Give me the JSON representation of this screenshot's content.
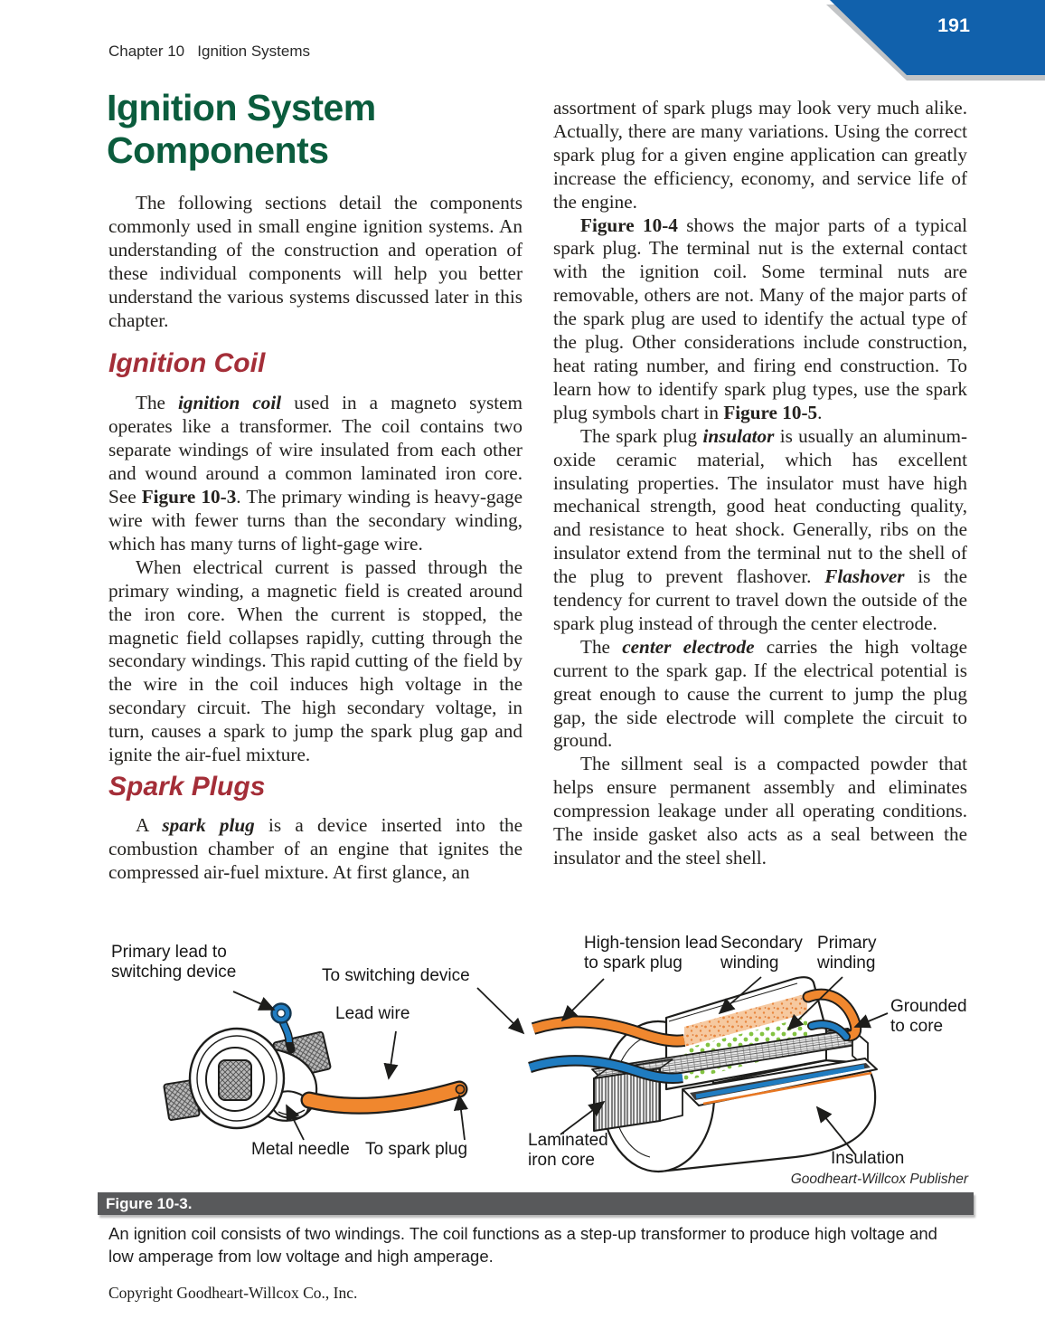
{
  "header": {
    "chapter": "Chapter 10   Ignition Systems",
    "page_number": "191"
  },
  "content": {
    "title": "Ignition System Components",
    "h_ignition_coil": "Ignition Coil",
    "h_spark_plugs": "Spark Plugs",
    "p1": [
      [
        "The following sections detail the components commonly used in small engine ignition systems. An understanding of the construction and operation of these individual components will help you better understand the various systems discussed later in this chapter.",
        ""
      ]
    ],
    "p2": [
      [
        "The ",
        ""
      ],
      [
        "ignition coil",
        "bi"
      ],
      [
        " used in a magneto system operates like a transformer. The coil contains two separate windings of wire insulated from each other and wound around a common laminated iron core. See ",
        ""
      ],
      [
        "Figure 10-3",
        "b"
      ],
      [
        ". The primary winding is heavy-gage wire with fewer turns than the secondary winding, which has many turns of light-gage wire.",
        ""
      ]
    ],
    "p3": [
      [
        "When electrical current is passed through the primary winding, a magnetic field is created around the iron core. When the current is stopped, the magnetic field collapses rapidly, cutting through the secondary windings. This rapid cutting of the field by the wire in the coil induces high voltage in the secondary circuit. The high secondary voltage, in turn, causes a spark to jump the spark plug gap and ignite the air-fuel mixture.",
        ""
      ]
    ],
    "p4": [
      [
        "A ",
        ""
      ],
      [
        "spark plug",
        "bi"
      ],
      [
        " is a device inserted into the combustion chamber of an engine that ignites the compressed air-fuel mixture. At first glance, an",
        ""
      ]
    ],
    "p5": [
      [
        "assortment of spark plugs may look very much alike. Actually, there are many variations. Using the correct spark plug for a given engine application can greatly increase the efficiency, economy, and service life of the engine.",
        ""
      ]
    ],
    "p6": [
      [
        "Figure 10-4",
        "b"
      ],
      [
        " shows the major parts of a typical spark plug. The terminal nut is the external contact with the ignition coil. Some terminal nuts are removable, others are not. Many of the major parts of the spark plug are used to identify the actual type of the plug. Other considerations include construction, heat rating number, and firing end construction. To learn how to identify spark plug types, use the spark plug symbols chart in ",
        ""
      ],
      [
        "Figure 10-5",
        "b"
      ],
      [
        ".",
        ""
      ]
    ],
    "p7": [
      [
        "The spark plug ",
        ""
      ],
      [
        "insulator",
        "bi"
      ],
      [
        " is usually an aluminum-oxide ceramic material, which has excellent insulating properties. The insulator must have high mechanical strength, good heat conducting quality, and resistance to heat shock. Generally, ribs on the insulator extend from the terminal nut to the shell of the plug to prevent flashover. ",
        ""
      ],
      [
        "Flashover",
        "bi"
      ],
      [
        " is the tendency for current to travel down the outside of the spark plug instead of through the center electrode.",
        ""
      ]
    ],
    "p8": [
      [
        "The ",
        ""
      ],
      [
        "center electrode",
        "bi"
      ],
      [
        " carries the high voltage current to the spark gap. If the electrical potential is great enough to cause the current to jump the plug gap, the side electrode will complete the circuit to ground.",
        ""
      ]
    ],
    "p9": [
      [
        "The sillment seal is a compacted powder that helps ensure permanent assembly and eliminates compression leakage under all operating conditions. The inside gasket also acts as a seal between the insulator and the steel shell.",
        ""
      ]
    ]
  },
  "figure": {
    "labels": {
      "primary_lead": "Primary lead to\nswitching device",
      "to_switching_device": "To switching device",
      "lead_wire": "Lead wire",
      "metal_needle": "Metal needle",
      "to_spark_plug": "To spark plug",
      "high_tension": "High-tension lead\nto spark plug",
      "secondary_winding": "Secondary\nwinding",
      "primary_winding": "Primary\nwinding",
      "grounded_to_core": "Grounded\nto core",
      "laminated_iron_core": "Laminated\niron core",
      "insulation": "Insulation"
    },
    "credit": "Goodheart-Willcox Publisher",
    "caption_label": "Figure 10-3.",
    "caption": "An ignition coil consists of two windings. The coil functions as a step-up transformer to produce high voltage and low amperage from low voltage and high amperage."
  },
  "footer": {
    "copyright": "Copyright Goodheart-Willcox Co., Inc."
  },
  "colors": {
    "page_tab_blue": "#1161ac",
    "title_green": "#0b5c3d",
    "heading_red": "#a42e38",
    "wire_orange": "#f0872e",
    "wire_blue": "#1f7cc1",
    "caption_bar_gray": "#58595b",
    "winding_dots_green": "#84c343",
    "secondary_band_orange": "#e8853c"
  }
}
